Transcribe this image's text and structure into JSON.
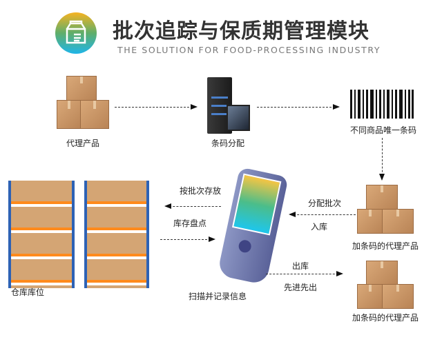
{
  "header": {
    "title": "批次追踪与保质期管理模块",
    "subtitle": "THE SOLUTION FOR FOOD-PROCESSING INDUSTRY",
    "logo_icon": "food-package-icon"
  },
  "nodes": {
    "agent_product": "代理产品",
    "barcode_assign": "条码分配",
    "unique_barcode": "不同商品唯一条码",
    "labeled_product_in": "加条码的代理产品",
    "scanner": "扫描并记录信息",
    "warehouse": "仓库库位",
    "labeled_product_out": "加条码的代理产品"
  },
  "edges": {
    "assign_batch": "分配批次",
    "inbound": "入库",
    "store_by_batch": "按批次存放",
    "inventory_check": "库存盘点",
    "outbound": "出库",
    "fifo": "先进先出"
  },
  "colors": {
    "shelf": "#2d62b5",
    "plank": "#ff8a1c",
    "box": "#c9966a"
  }
}
